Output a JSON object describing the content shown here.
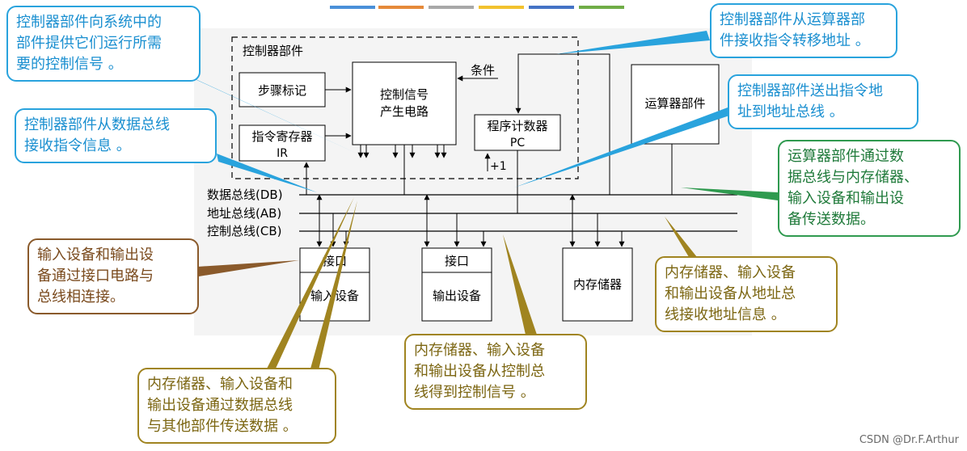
{
  "accent_colors": {
    "blue": "#29a3dd",
    "green": "#2f9a4f",
    "brown": "#8a5a2b",
    "gold": "#a08420"
  },
  "top_stripes": [
    "#4a90d9",
    "#e58a3a",
    "#a8a8a8",
    "#f2c22e",
    "#4473c5",
    "#70ad47"
  ],
  "diagram": {
    "controller_title": "控制器部件",
    "step_marker": "步骤标记",
    "ir_line1": "指令寄存器",
    "ir_line2": "IR",
    "csg_line1": "控制信号",
    "csg_line2": "产生电路",
    "condition": "条件",
    "pc_line1": "程序计数器",
    "pc_line2": "PC",
    "plus_one": "+1",
    "alu": "运算器部件",
    "bus_db": "数据总线(DB)",
    "bus_ab": "地址总线(AB)",
    "bus_cb": "控制总线(CB)",
    "interface": "接口",
    "input_device": "输入设备",
    "output_device": "输出设备",
    "memory": "内存储器"
  },
  "callouts": {
    "c1": [
      "控制器部件向系统中的",
      "部件提供它们运行所需",
      "要的控制信号 。"
    ],
    "c2": [
      "控制器部件从运算器部",
      "件接收指令转移地址 。"
    ],
    "c3": [
      "控制器部件从数据总线",
      "接收指令信息 。"
    ],
    "c4": [
      "控制器部件送出指令地",
      "址到地址总线 。"
    ],
    "c5": [
      "运算器部件通过数",
      "据总线与内存储器、",
      "输入设备和输出设",
      "备传送数据。"
    ],
    "c6": [
      "输入设备和输出设",
      "备通过接口电路与",
      "总线相连接。"
    ],
    "c7": [
      "内存储器、输入设备",
      "和输出设备从地址总",
      "线接收地址信息 。"
    ],
    "c8": [
      "内存储器、输入设备",
      "和输出设备从控制总",
      "线得到控制信号 。"
    ],
    "c9": [
      "内存储器、输入设备和",
      "输出设备通过数据总线",
      "与其他部件传送数据 。"
    ]
  },
  "watermark": "CSDN @Dr.F.Arthur"
}
